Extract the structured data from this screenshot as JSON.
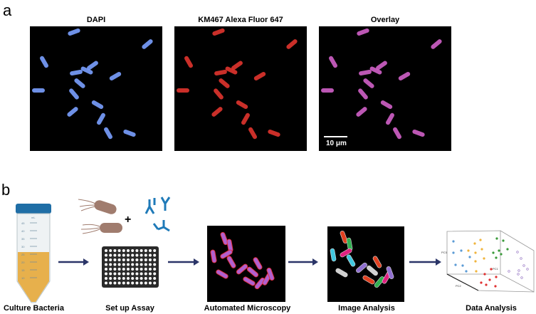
{
  "panel_a": {
    "label": "a",
    "images": [
      {
        "title": "DAPI",
        "stain_color": "#7aa0ff"
      },
      {
        "title": "KM467 Alexa Fluor 647",
        "stain_color": "#e0342e"
      },
      {
        "title": "Overlay",
        "stain_color": "#d060c8"
      }
    ],
    "scale_bar": "10 μm"
  },
  "panel_b": {
    "label": "b",
    "steps": [
      {
        "label": "Culture Bacteria"
      },
      {
        "label": "Set up Assay"
      },
      {
        "label": "Automated Microscopy"
      },
      {
        "label": "Image Analysis"
      },
      {
        "label": "Data Analysis"
      }
    ],
    "plus": "+",
    "tube_unit": "mL",
    "tube_ticks": [
      "45",
      "40",
      "35",
      "30",
      "25",
      "20",
      "15",
      "10"
    ],
    "pca_axes": [
      "PC3",
      "PC1",
      "PC2"
    ],
    "pca_group_colors": [
      "#5b9bd5",
      "#f0b43c",
      "#3a9a3a",
      "#8e6bbf",
      "#e03030"
    ],
    "arrow_color": "#2b3568"
  }
}
